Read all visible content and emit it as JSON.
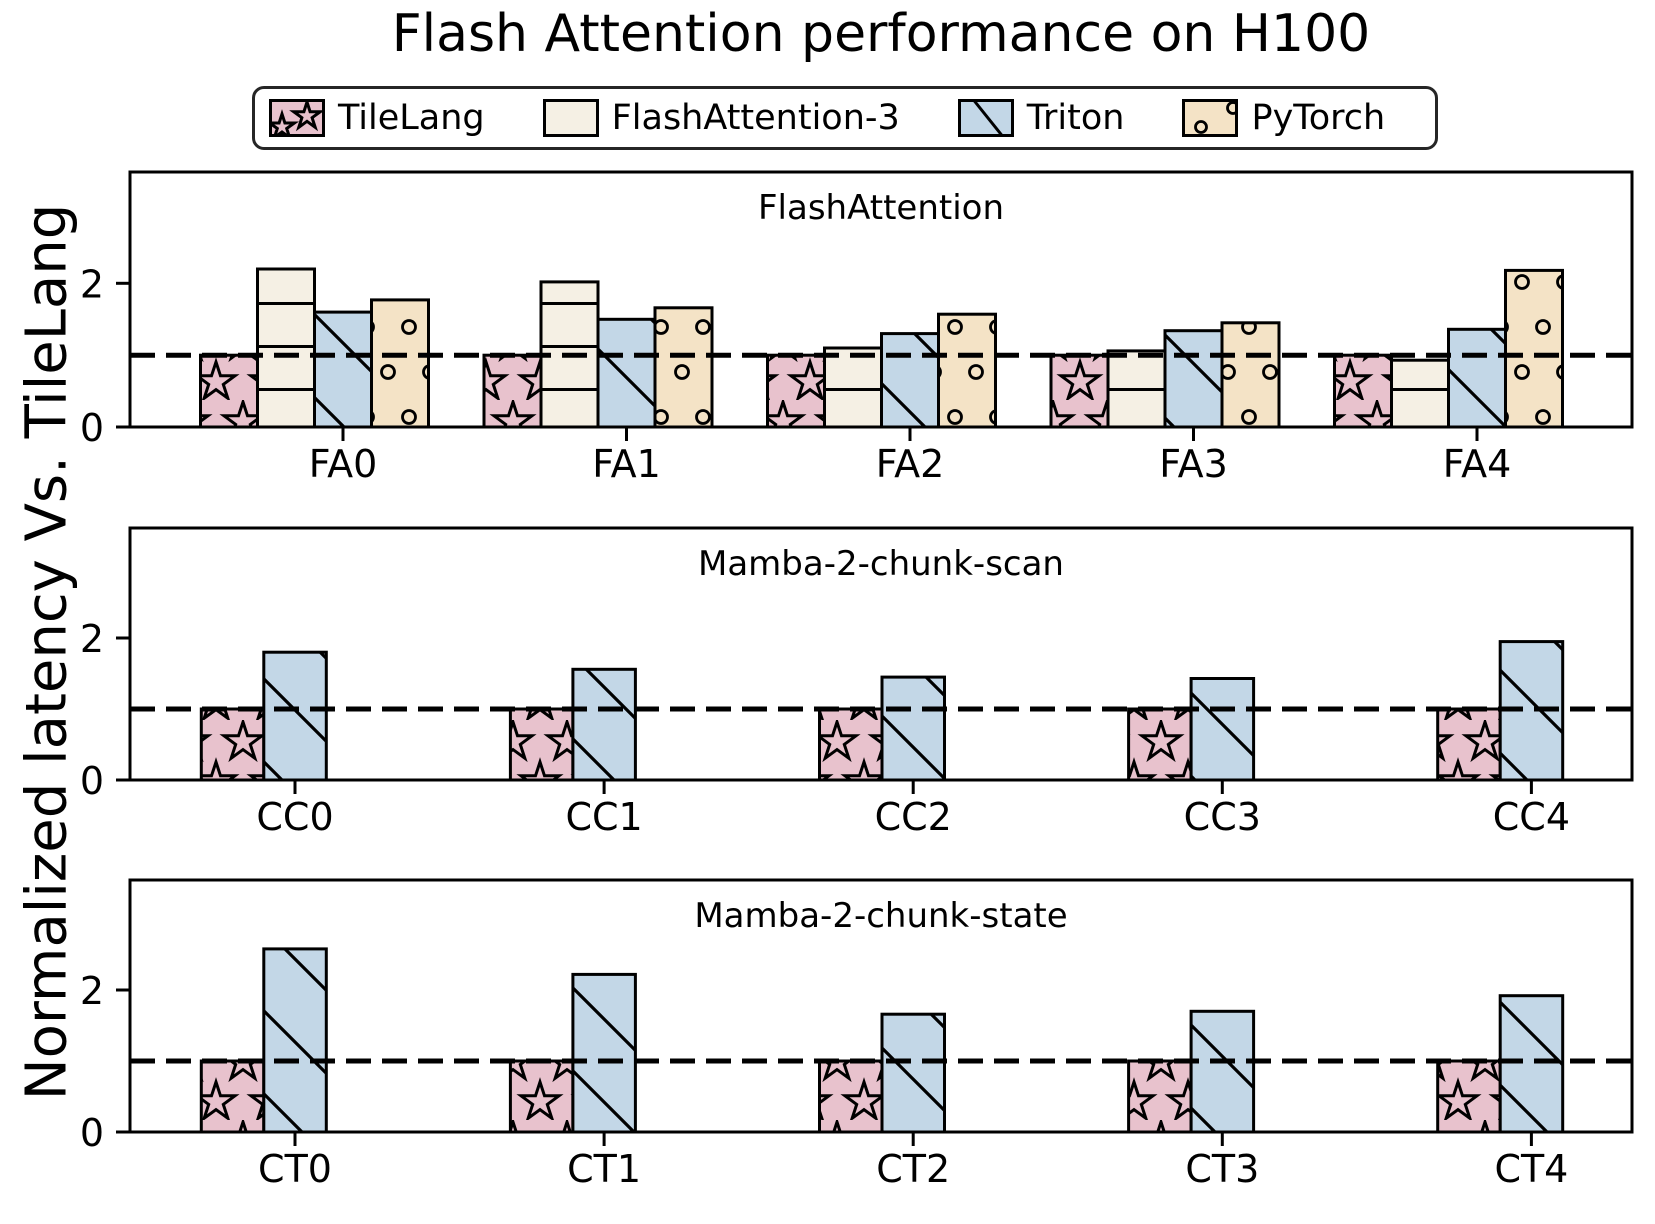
{
  "title": "Flash Attention performance on H100",
  "y_axis_label": "Normalized latency Vs. TileLang",
  "edge_color": "#000000",
  "legend": [
    {
      "label": "TileLang",
      "color": "#e8c2cd",
      "hatch": "star"
    },
    {
      "label": "FlashAttention-3",
      "color": "#f5f0e4",
      "hatch": "hlines"
    },
    {
      "label": "Triton",
      "color": "#c3d7e7",
      "hatch": "diagonal"
    },
    {
      "label": "PyTorch",
      "color": "#f4e3c6",
      "hatch": "circles"
    }
  ],
  "chart_data": [
    {
      "type": "bar",
      "title": "FlashAttention",
      "categories": [
        "FA0",
        "FA1",
        "FA2",
        "FA3",
        "FA4"
      ],
      "series": [
        {
          "name": "TileLang",
          "values": [
            1.0,
            1.0,
            1.0,
            1.0,
            1.0
          ]
        },
        {
          "name": "FlashAttention-3",
          "values": [
            2.2,
            2.02,
            1.1,
            1.06,
            0.93
          ]
        },
        {
          "name": "Triton",
          "values": [
            1.6,
            1.5,
            1.3,
            1.34,
            1.36
          ]
        },
        {
          "name": "PyTorch",
          "values": [
            1.77,
            1.66,
            1.57,
            1.45,
            2.18
          ]
        }
      ],
      "ylim": [
        0,
        3.55
      ],
      "yticks": [
        0,
        2
      ],
      "reference_line": 1.0,
      "grid": false,
      "legend_position": "top"
    },
    {
      "type": "bar",
      "title": "Mamba-2-chunk-scan",
      "categories": [
        "CC0",
        "CC1",
        "CC2",
        "CC3",
        "CC4"
      ],
      "series": [
        {
          "name": "TileLang",
          "values": [
            1.0,
            1.0,
            1.0,
            1.0,
            1.0
          ]
        },
        {
          "name": "Triton",
          "values": [
            1.8,
            1.56,
            1.45,
            1.43,
            1.95
          ]
        }
      ],
      "ylim": [
        0,
        3.55
      ],
      "yticks": [
        0,
        2
      ],
      "reference_line": 1.0,
      "grid": false
    },
    {
      "type": "bar",
      "title": "Mamba-2-chunk-state",
      "categories": [
        "CT0",
        "CT1",
        "CT2",
        "CT3",
        "CT4"
      ],
      "series": [
        {
          "name": "TileLang",
          "values": [
            1.0,
            1.0,
            1.0,
            1.0,
            1.0
          ]
        },
        {
          "name": "Triton",
          "values": [
            2.58,
            2.22,
            1.66,
            1.7,
            1.92
          ]
        }
      ],
      "ylim": [
        0,
        3.55
      ],
      "yticks": [
        0,
        2
      ],
      "reference_line": 1.0,
      "grid": false
    }
  ]
}
